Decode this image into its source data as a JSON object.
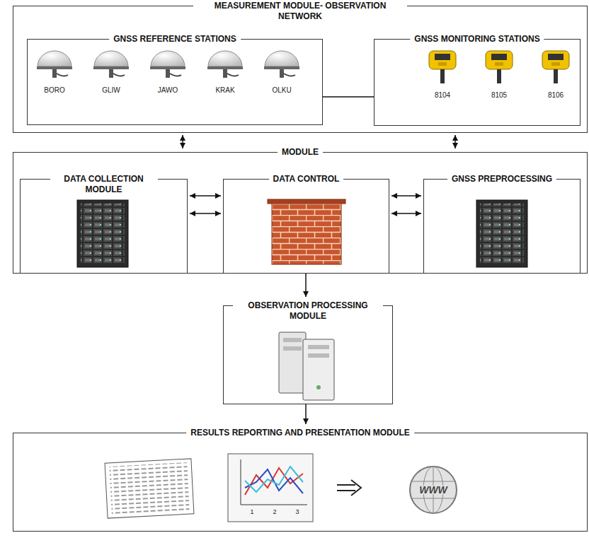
{
  "diagram": {
    "nodes": [
      {
        "text": [
          "MEASUREMENT MODULE- OBSERVATION NETWORK"
        ]
      },
      {
        "text": [
          "GNSS REFERENCE STATIONS"
        ],
        "in": 0
      },
      {
        "text": [
          "GNSS MONITORING STATIONS"
        ],
        "in": 0
      },
      {
        "text": [
          "MODULE"
        ]
      },
      {
        "text": [
          "DATA COLLECTION MODULE"
        ],
        "in": 3
      },
      {
        "text": [
          "DATA CONTROL"
        ],
        "in": 3
      },
      {
        "text": [
          "GNSS PREPROCESSING"
        ],
        "in": 3
      },
      {
        "text": [
          "OBSERVATION PROCESSING MODULE"
        ]
      },
      {
        "text": [
          "RESULTS REPORTING AND PRESENTATION MODULE"
        ]
      }
    ],
    "edges": [
      {
        "from": 1,
        "to": 2,
        "arrow": "none"
      },
      {
        "from": 0,
        "to": 3,
        "arrow": "both"
      },
      {
        "from": 0,
        "to": 3,
        "arrow": "both"
      },
      {
        "from": 4,
        "to": 5,
        "arrow": "both"
      },
      {
        "from": 4,
        "to": 5,
        "arrow": "both"
      },
      {
        "from": 5,
        "to": 6,
        "arrow": "both"
      },
      {
        "from": 5,
        "to": 6,
        "arrow": "both"
      },
      {
        "from": 3,
        "to": 7,
        "arrow": "to"
      },
      {
        "from": 7,
        "to": 8,
        "arrow": "to"
      }
    ],
    "labels": [
      "BORO",
      "GLIW",
      "JAWO",
      "KRAK",
      "OLKU",
      "8104",
      "8105",
      "8106",
      "1",
      "2",
      "3",
      "WWW"
    ]
  }
}
